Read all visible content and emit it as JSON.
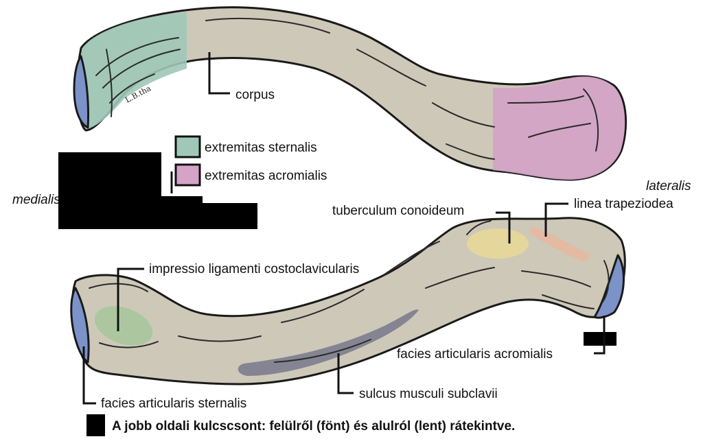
{
  "labels": {
    "corpus": "corpus",
    "extremitas_sternalis": "extremitas sternalis",
    "extremitas_acromialis": "extremitas acromialis",
    "medialis": "medialis",
    "lateralis": "lateralis",
    "tuberculum_conoideum": "tuberculum conoideum",
    "linea_trapeziodea": "linea trapeziodea",
    "impressio": "impressio ligamenti costoclavicularis",
    "facies_acromialis": "facies articularis acromialis",
    "facies_sternalis": "facies articularis sternalis",
    "sulcus": "sulcus musculi subclavii"
  },
  "caption": "A jobb oldali kulcscsont: felülről (fönt) és alulról (lent) rátekintve.",
  "colors": {
    "bone": "#cdc8b8",
    "sternal_end": "#9fc8b8",
    "acromial_end": "#d4a3c6",
    "articular": "#7b93c9",
    "tuberculum": "#e6d79a",
    "linea": "#e7b8a0",
    "impressio": "#a9c79c",
    "sulcus": "#7d7c8e",
    "redaction": "#000000"
  }
}
